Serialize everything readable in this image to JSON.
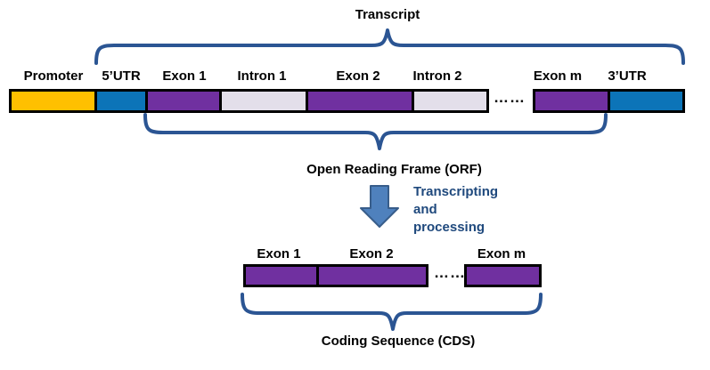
{
  "colors": {
    "promoter_gold": "#FFC000",
    "utr_blue": "#0C74B8",
    "exon_purple": "#7030A0",
    "intron_lavender": "#E3DFEA",
    "brace_blue": "#2B5593",
    "arrow_fill": "#4F81BD",
    "arrow_outline": "#385D8A",
    "process_text_blue": "#1F497D",
    "text_black": "#000000"
  },
  "transcript_brace_label": "Transcript",
  "gene": {
    "segments": [
      {
        "label": "Promoter",
        "color": "#FFC000"
      },
      {
        "label": "5’UTR",
        "color": "#0C74B8"
      },
      {
        "label": "Exon 1",
        "color": "#7030A0"
      },
      {
        "label": "Intron 1",
        "color": "#E3DFEA"
      },
      {
        "label": "Exon 2",
        "color": "#7030A0"
      },
      {
        "label": "Intron 2",
        "color": "#E3DFEA"
      },
      {
        "label": "Exon m",
        "color": "#7030A0"
      },
      {
        "label": "3’UTR",
        "color": "#0C74B8"
      }
    ],
    "ellipsis": "……"
  },
  "orf_brace_label": "Open Reading Frame (ORF)",
  "process_arrow": {
    "label": "Transcripting\nand\nprocessing"
  },
  "cds": {
    "segments": [
      {
        "label": "Exon 1",
        "color": "#7030A0"
      },
      {
        "label": "Exon 2",
        "color": "#7030A0"
      },
      {
        "label": "Exon m",
        "color": "#7030A0"
      }
    ],
    "ellipsis": "……"
  },
  "cds_brace_label": "Coding Sequence (CDS)"
}
